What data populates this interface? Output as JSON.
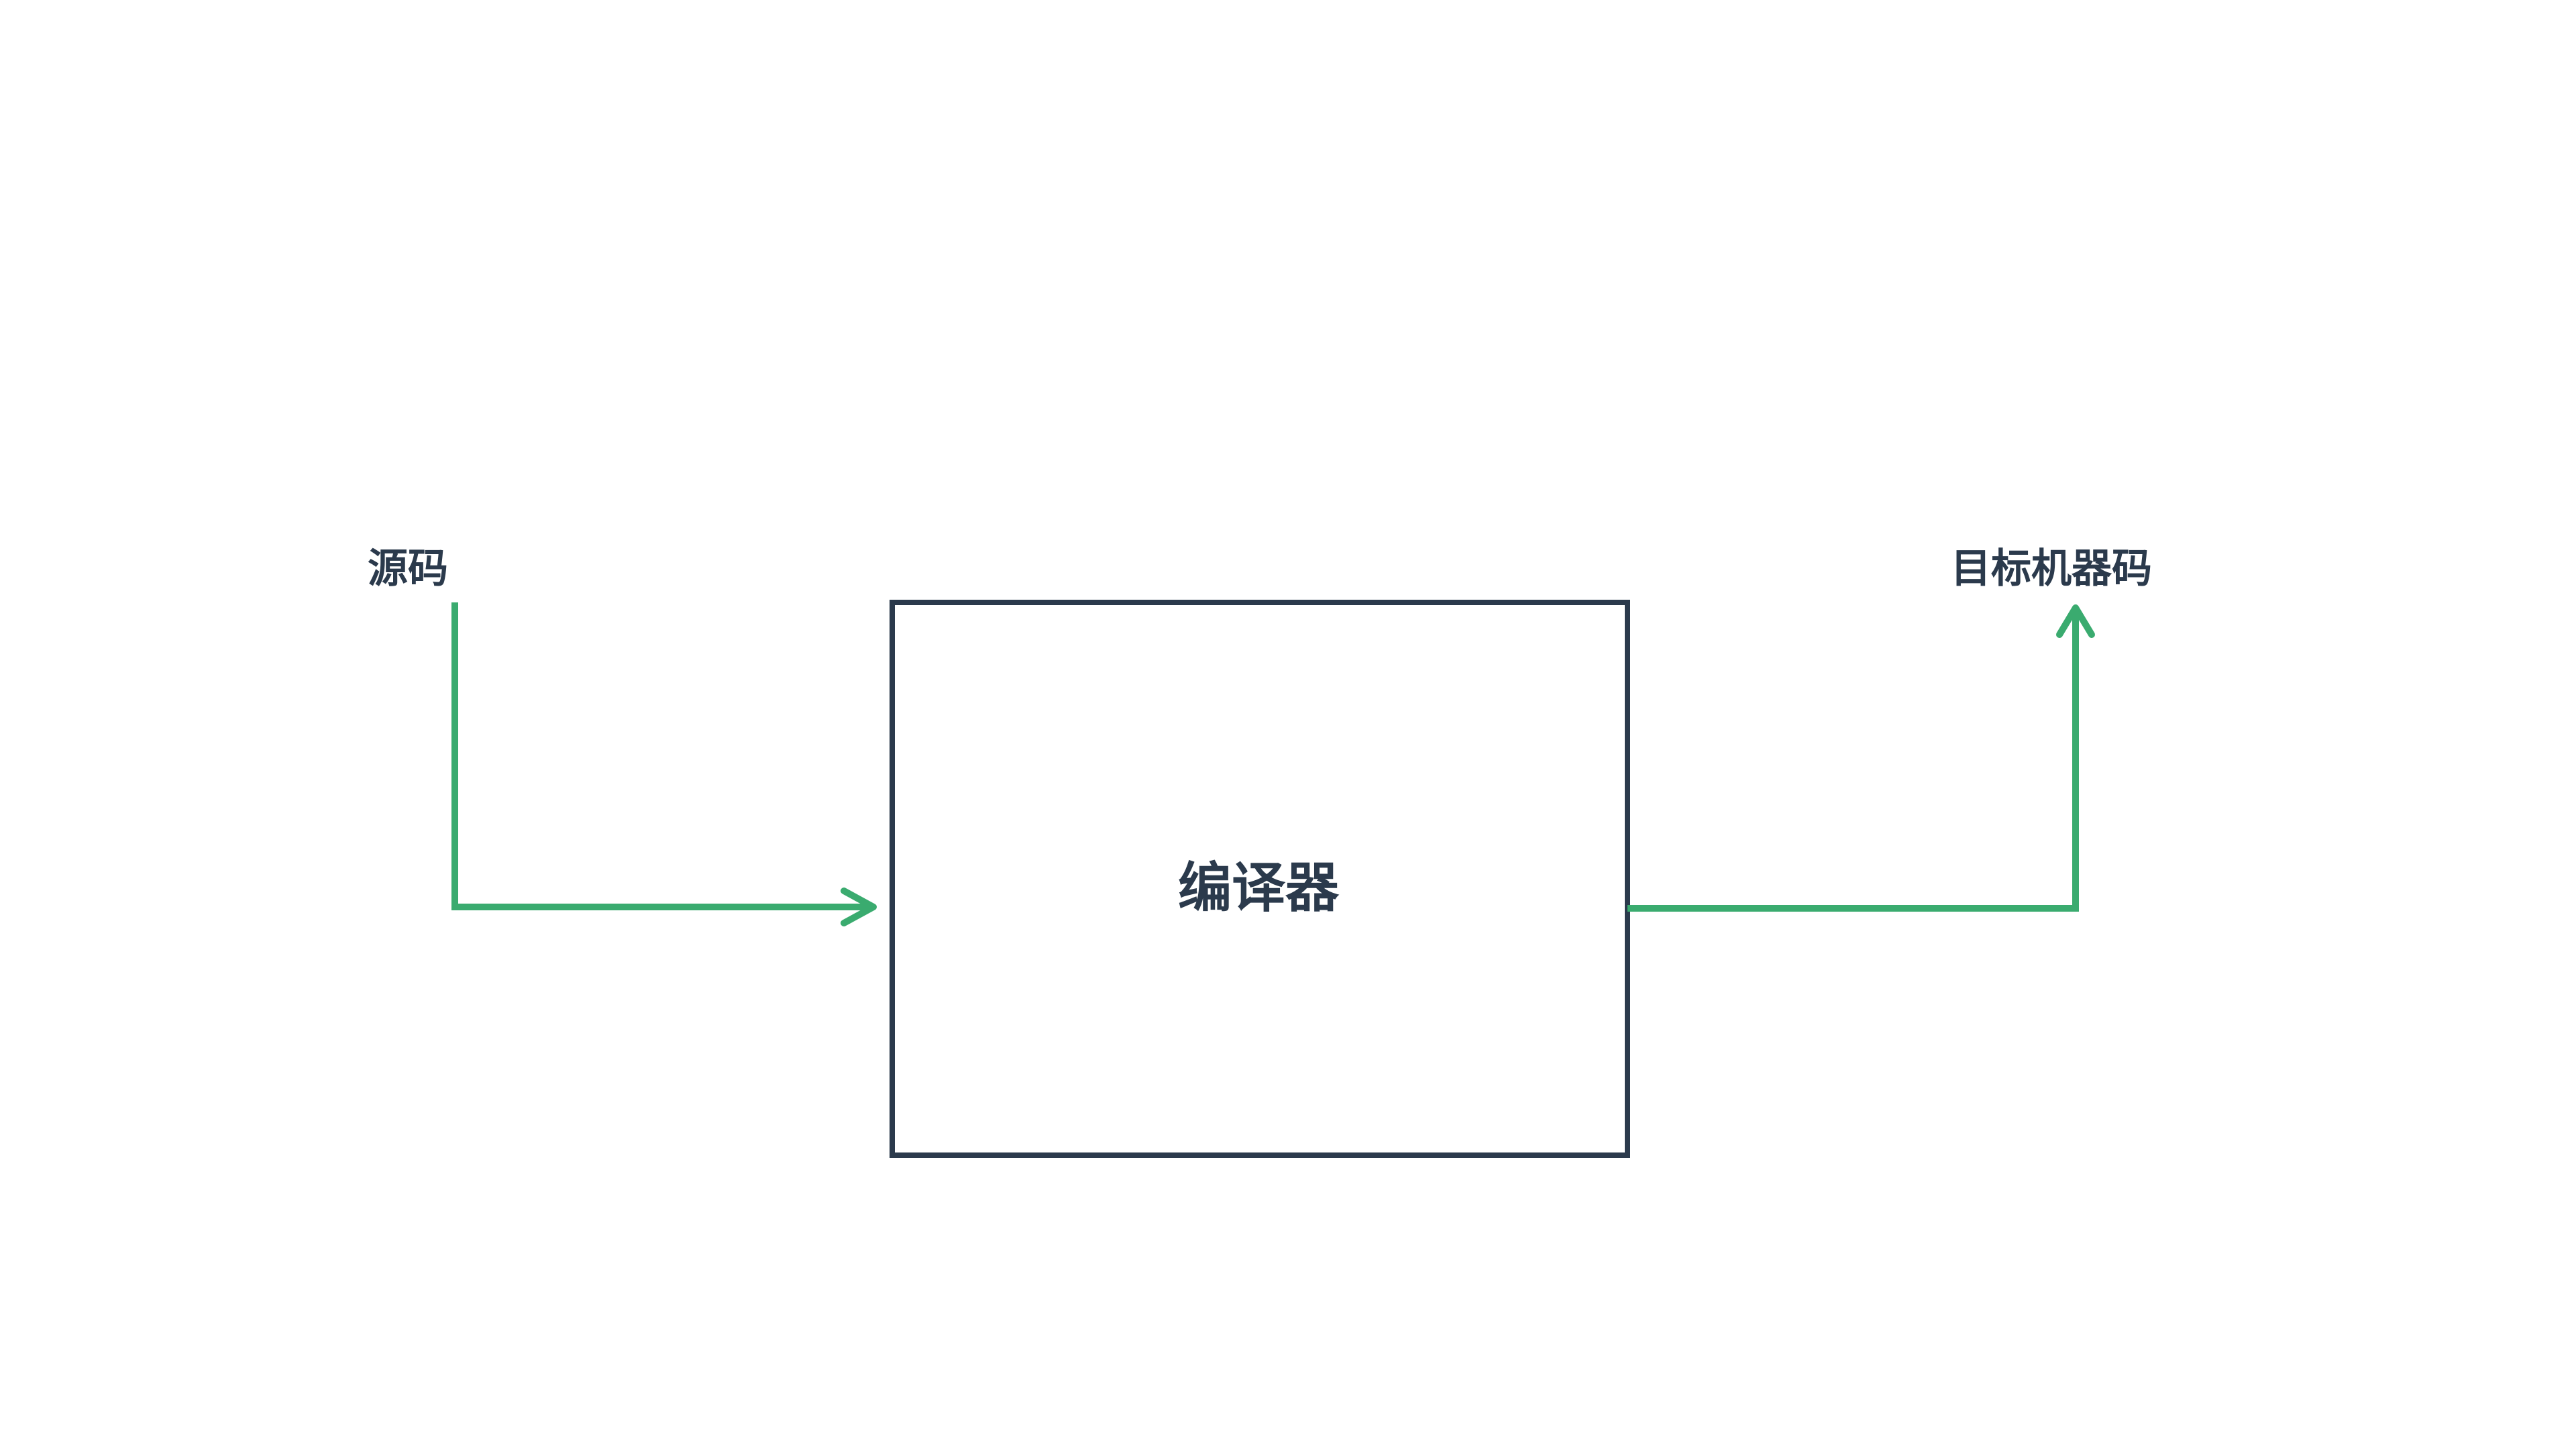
{
  "diagram": {
    "source_label": "源码",
    "compiler_label": "编译器",
    "target_label": "目标机器码"
  },
  "colors": {
    "text": "#2b3a4c",
    "box_stroke": "#2b3a4c",
    "arrow": "#3aab6f",
    "background": "#ffffff"
  }
}
